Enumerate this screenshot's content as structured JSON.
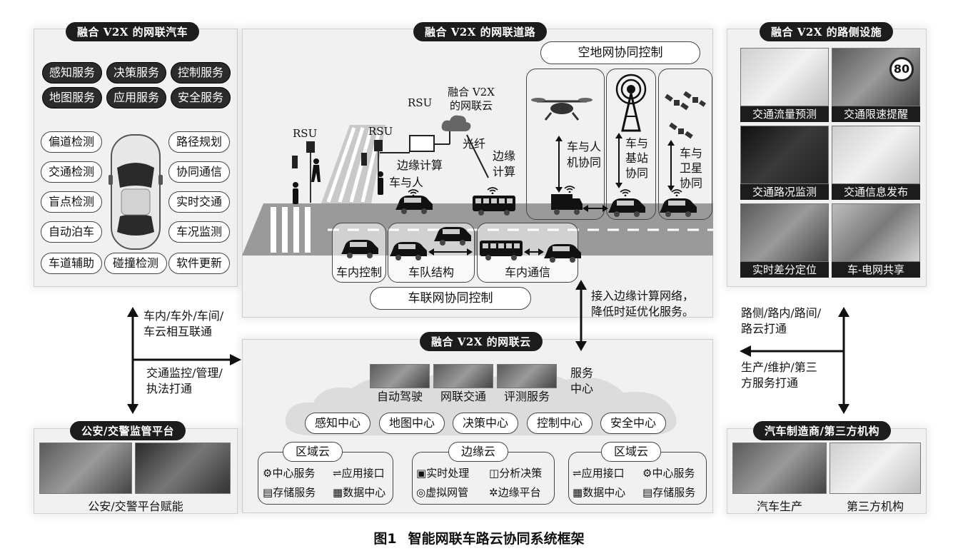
{
  "caption": {
    "figure": "图1",
    "title": "智能网联车路云协同系统框架"
  },
  "vehicle_panel": {
    "title": "融合 V2X 的网联汽车",
    "services": [
      "感知服务",
      "决策服务",
      "控制服务",
      "地图服务",
      "应用服务",
      "安全服务"
    ],
    "left_funcs": [
      "偏道检测",
      "交通检测",
      "盲点检测",
      "自动泊车",
      "车道辅助"
    ],
    "right_funcs": [
      "路径规划",
      "协同通信",
      "实时交通",
      "车况监测",
      "软件更新"
    ],
    "bottom_func": "碰撞检测"
  },
  "road_panel": {
    "title": "融合 V2X 的网联道路",
    "sky_control": "空地网协同控制",
    "rsu1": "RSU",
    "rsu2": "RSU",
    "rsu3": "RSU",
    "cloud_label": "融合 V2X\n的网联云",
    "fiber": "光纤",
    "edge1": "边缘计算",
    "edge2": "边缘\n计算",
    "vehicle_person": "车与人",
    "vehicle_person_machine": "车与人\n机协同",
    "vehicle_base": "车与\n基站\n协同",
    "vehicle_satellite": "车与\n卫星\n协同",
    "in_vehicle_control": "车内控制",
    "platoon": "车队结构",
    "in_vehicle_comm": "车内通信",
    "iov_control": "车联网协同控制"
  },
  "roadside_panel": {
    "title": "融合 V2X 的路侧设施",
    "items": [
      "交通流量预测",
      "交通限速提醒",
      "交通路况监测",
      "交通信息发布",
      "实时差分定位",
      "车-电网共享"
    ],
    "speed_sign": "80"
  },
  "cloud_panel": {
    "title": "融合 V2X 的网联云",
    "service_center": "服务\n中心",
    "service_items": [
      "自动驾驶",
      "网联交通",
      "评测服务"
    ],
    "centers": [
      "感知中心",
      "地图中心",
      "决策中心",
      "控制中心",
      "安全中心"
    ],
    "regional_left": {
      "name": "区域云",
      "items": [
        "中心服务",
        "应用接口",
        "存储服务",
        "数据中心"
      ]
    },
    "edge": {
      "name": "边缘云",
      "items": [
        "实时处理",
        "分析决策",
        "虚拟网管",
        "边缘平台"
      ]
    },
    "regional_right": {
      "name": "区域云",
      "items": [
        "应用接口",
        "中心服务",
        "数据中心",
        "存储服务"
      ]
    }
  },
  "police_panel": {
    "title": "公安/交警监管平台",
    "caption": "公安/交警平台赋能"
  },
  "maker_panel": {
    "title": "汽车制造商/第三方机构",
    "left_caption": "汽车生产",
    "right_caption": "第三方机构"
  },
  "arrows": {
    "left_top": "车内/车外/车间/\n车云相互联通",
    "left_bottom": "交通监控/管理/\n执法打通",
    "center": "接入边缘计算网络，\n降低时延优化服务。",
    "right_top": "路侧/路内/路间/\n路云打通",
    "right_bottom": "生产/维护/第三\n方服务打通"
  }
}
